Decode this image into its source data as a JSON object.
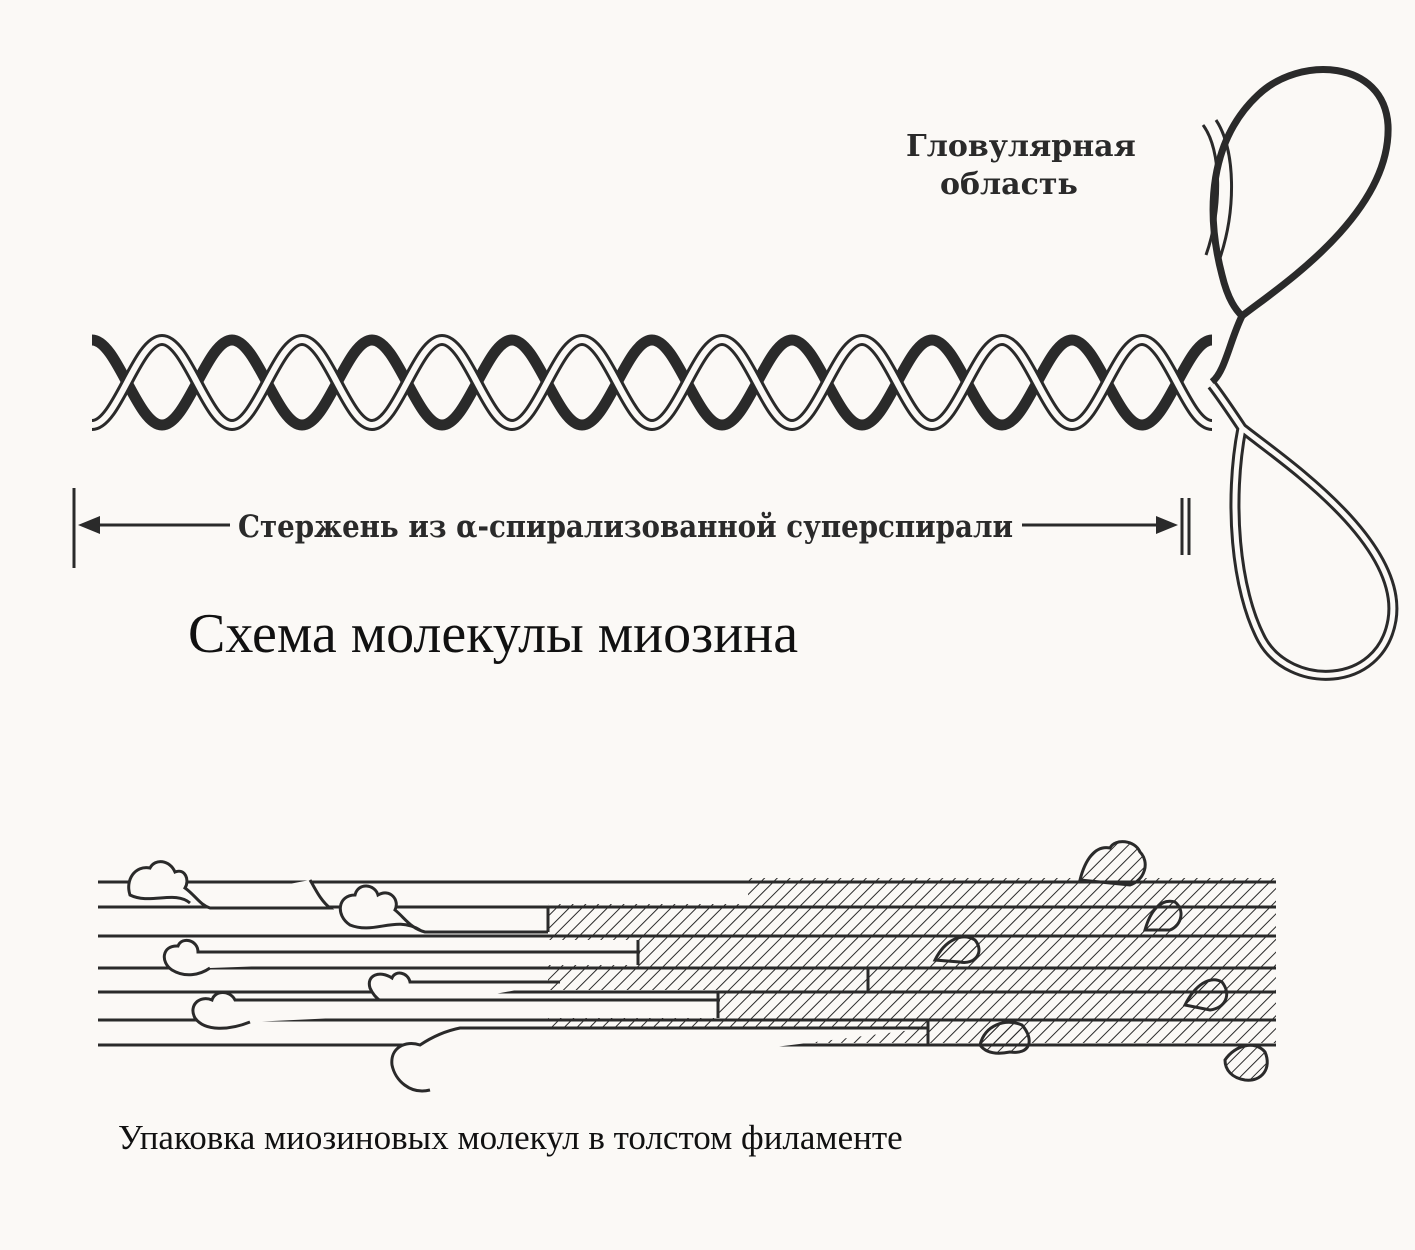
{
  "molecule": {
    "title": "Схема молекулы миозина",
    "globular_label_line1": "Гловулярная",
    "globular_label_line2": "область",
    "rod_label": "Стержень из α-спирализованной суперспирали"
  },
  "filament": {
    "title": "Упаковка миозиновых молекул в толстом филаменте"
  },
  "colors": {
    "ink": "#2a2a2a",
    "paper": "#fbf9f6"
  }
}
